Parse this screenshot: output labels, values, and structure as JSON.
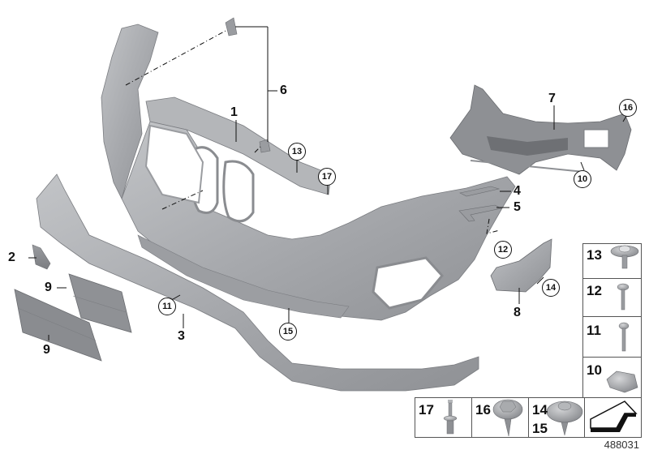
{
  "diagram": {
    "title": "Front bumper trim panel parts diagram",
    "document_number": "488031",
    "colors": {
      "part_fill": "#a9abae",
      "part_shade": "#8e9094",
      "part_light": "#c4c6c9",
      "line": "#111111",
      "background": "#ffffff"
    },
    "callouts": [
      {
        "id": "1",
        "style": "plain",
        "part": "bumper trim panel"
      },
      {
        "id": "2",
        "style": "plain",
        "part": "small bracket"
      },
      {
        "id": "3",
        "style": "plain",
        "part": "lower trim strip"
      },
      {
        "id": "4",
        "style": "plain",
        "part": "upper guide bracket"
      },
      {
        "id": "5",
        "style": "plain",
        "part": "lower guide bracket"
      },
      {
        "id": "6",
        "style": "plain",
        "part": "headlight washer cover clips"
      },
      {
        "id": "7",
        "style": "plain",
        "part": "bumper carrier"
      },
      {
        "id": "8",
        "style": "plain",
        "part": "wheel arch trim"
      },
      {
        "id": "9",
        "style": "plain",
        "part": "license plate base (upper)"
      },
      {
        "id": "9b",
        "label": "9",
        "style": "plain",
        "part": "license plate base (lower)"
      },
      {
        "id": "10",
        "style": "circled"
      },
      {
        "id": "11",
        "style": "circled"
      },
      {
        "id": "12",
        "style": "circled"
      },
      {
        "id": "13",
        "style": "circled"
      },
      {
        "id": "14",
        "style": "circled"
      },
      {
        "id": "15",
        "style": "circled"
      },
      {
        "id": "16",
        "style": "circled"
      },
      {
        "id": "17",
        "style": "circled"
      }
    ],
    "labels": {
      "l1": "1",
      "l2": "2",
      "l3": "3",
      "l4": "4",
      "l5": "5",
      "l6": "6",
      "l7": "7",
      "l8": "8",
      "l9a": "9",
      "l9b": "9",
      "c10": "10",
      "c11": "11",
      "c12": "12",
      "c13": "13",
      "c14": "14",
      "c15": "15",
      "c16": "16",
      "c17": "17"
    },
    "hardware_legend": {
      "right_column": [
        {
          "number": "13",
          "item": "collar screw with washer"
        },
        {
          "number": "12",
          "item": "hex head screw"
        },
        {
          "number": "11",
          "item": "torx screw"
        },
        {
          "number": "10",
          "item": "sheet metal nut clip"
        }
      ],
      "bottom_row": [
        {
          "number": "17",
          "item": "expanding rivet"
        },
        {
          "number": "16",
          "item": "hex bolt with washer"
        },
        {
          "number": "14",
          "number2": "15",
          "item": "collar screw"
        },
        {
          "number": "",
          "item": "direction-of-travel arrow"
        }
      ]
    }
  }
}
